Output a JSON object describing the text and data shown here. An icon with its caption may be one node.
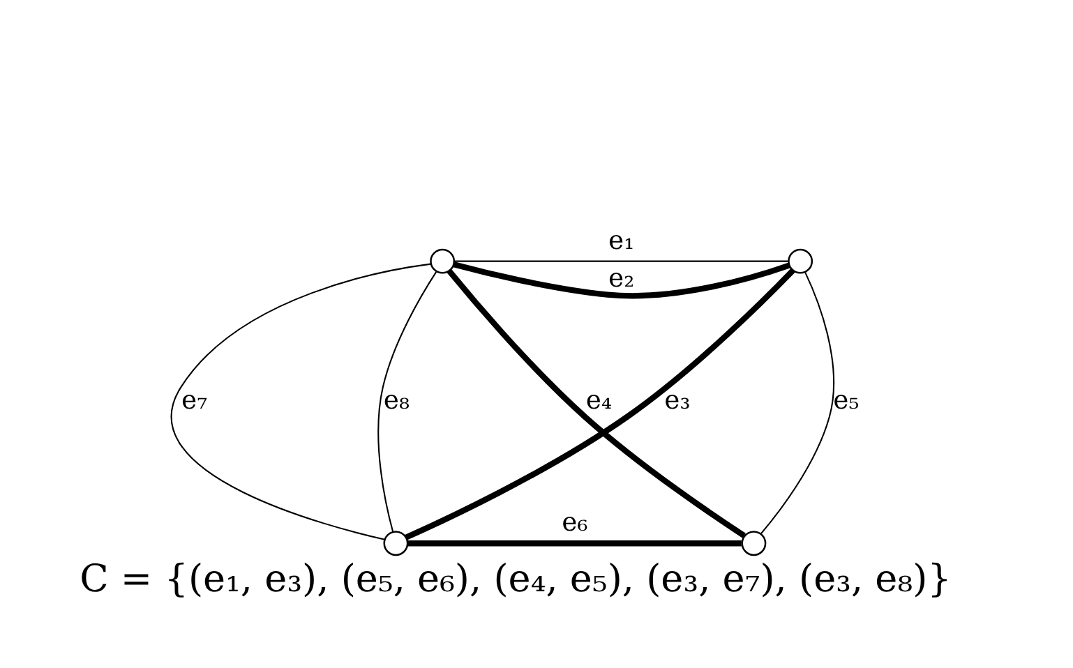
{
  "diagram": {
    "caption": "C = {(e₁, e₃), (e₅, e₆), (e₄, e₅), (e₃, e₇), (e₃, e₈)}",
    "nodes": [
      {
        "text": [],
        "shape": "circle"
      },
      {
        "text": [],
        "shape": "circle"
      },
      {
        "text": [],
        "shape": "circle"
      },
      {
        "text": [],
        "shape": "circle"
      }
    ],
    "edges": [
      {
        "from": 0,
        "to": 1,
        "arrow": "none",
        "label": "e₁"
      },
      {
        "from": 0,
        "to": 1,
        "arrow": "none",
        "label": "e₂",
        "style": "thick"
      },
      {
        "from": 2,
        "to": 1,
        "arrow": "none",
        "label": "e₃",
        "style": "thick"
      },
      {
        "from": 0,
        "to": 3,
        "arrow": "none",
        "label": "e₄",
        "style": "thick"
      },
      {
        "from": 1,
        "to": 3,
        "arrow": "none",
        "label": "e₅"
      },
      {
        "from": 2,
        "to": 3,
        "arrow": "none",
        "label": "e₆",
        "style": "thick"
      },
      {
        "from": 0,
        "to": 2,
        "arrow": "none",
        "label": "e₇"
      },
      {
        "from": 0,
        "to": 2,
        "arrow": "none",
        "label": "e₈"
      }
    ]
  }
}
